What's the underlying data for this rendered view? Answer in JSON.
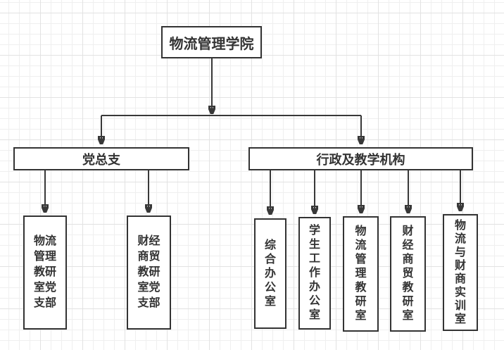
{
  "org_chart": {
    "root": {
      "label": "物流管理学院"
    },
    "branches": [
      {
        "label": "党总支",
        "children": [
          {
            "label": "物流管理教研室党支部"
          },
          {
            "label": "财经商贸教研室党支部"
          }
        ]
      },
      {
        "label": "行政及教学机构",
        "children": [
          {
            "label": "综合办公室"
          },
          {
            "label": "学生工作办公室"
          },
          {
            "label": "物流管理教研室"
          },
          {
            "label": "财经商贸教研室"
          },
          {
            "label": "物流与财商实训室"
          }
        ]
      }
    ],
    "colors": {
      "line": "#383838",
      "node_border": "#333333",
      "node_background": "#ffffff",
      "text": "#333333",
      "grid_minor": "#efefef",
      "grid_major": "#e2e2e2",
      "canvas_background": "#ffffff"
    }
  }
}
